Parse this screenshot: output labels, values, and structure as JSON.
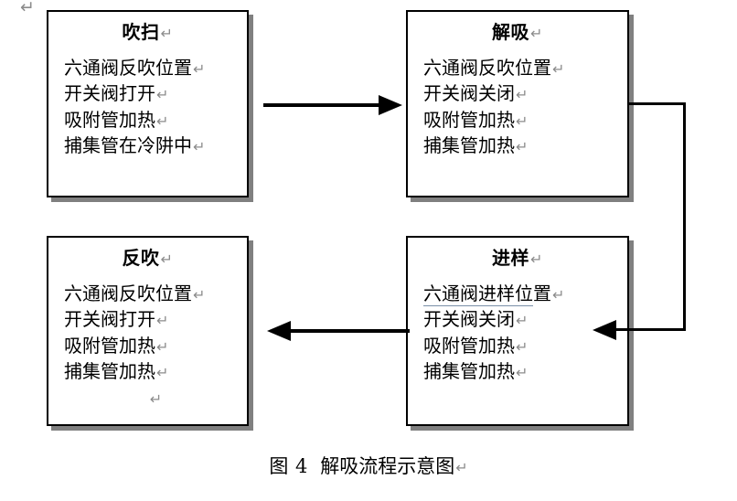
{
  "figure": {
    "caption_label": "图 4",
    "caption_text": "解吸流程示意图",
    "pilcrow": "↵",
    "stray_mark": "↵"
  },
  "colors": {
    "box_border": "#000000",
    "box_fill": "#ffffff",
    "box_shadow": "#808080",
    "connector": "#000000",
    "pilcrow": "#8c8c8c",
    "underline": "#7a8fa8"
  },
  "diagram": {
    "type": "flowchart",
    "boxes": [
      {
        "id": "purge",
        "title": "吹扫",
        "lines": [
          {
            "text": "六通阀反吹位置",
            "underline": false
          },
          {
            "text": "开关阀打开",
            "underline": false
          },
          {
            "text": "吸附管加热",
            "underline": false
          },
          {
            "text": "捕集管在冷阱中",
            "underline": false
          }
        ],
        "trailing_blank_line": false
      },
      {
        "id": "desorb",
        "title": "解吸",
        "lines": [
          {
            "text": "六通阀反吹位置",
            "underline": false
          },
          {
            "text": "开关阀关闭",
            "underline": false
          },
          {
            "text": "吸附管加热",
            "underline": false
          },
          {
            "text": "捕集管加热",
            "underline": false
          }
        ],
        "trailing_blank_line": false
      },
      {
        "id": "backflush",
        "title": "反吹",
        "lines": [
          {
            "text": "六通阀反吹位置",
            "underline": false
          },
          {
            "text": "开关阀打开",
            "underline": false
          },
          {
            "text": "吸附管加热",
            "underline": false
          },
          {
            "text": "捕集管加热",
            "underline": false
          }
        ],
        "trailing_blank_line": true
      },
      {
        "id": "inject",
        "title": "进样",
        "lines": [
          {
            "text": "六通阀进样位",
            "underline": true,
            "tail": "置"
          },
          {
            "text": "开关阀关闭",
            "underline": false
          },
          {
            "text": "吸附管加热",
            "underline": false
          },
          {
            "text": "捕集管加热",
            "underline": false
          }
        ],
        "trailing_blank_line": false
      }
    ],
    "connectors": [
      {
        "id": "purge-to-desorb",
        "from": "purge",
        "to": "desorb",
        "direction": "right",
        "shape": "straight"
      },
      {
        "id": "desorb-to-inject",
        "from": "desorb",
        "to": "inject",
        "direction": "left",
        "shape": "elbow-right"
      },
      {
        "id": "inject-to-backflush",
        "from": "inject",
        "to": "backflush",
        "direction": "left",
        "shape": "straight"
      }
    ]
  }
}
